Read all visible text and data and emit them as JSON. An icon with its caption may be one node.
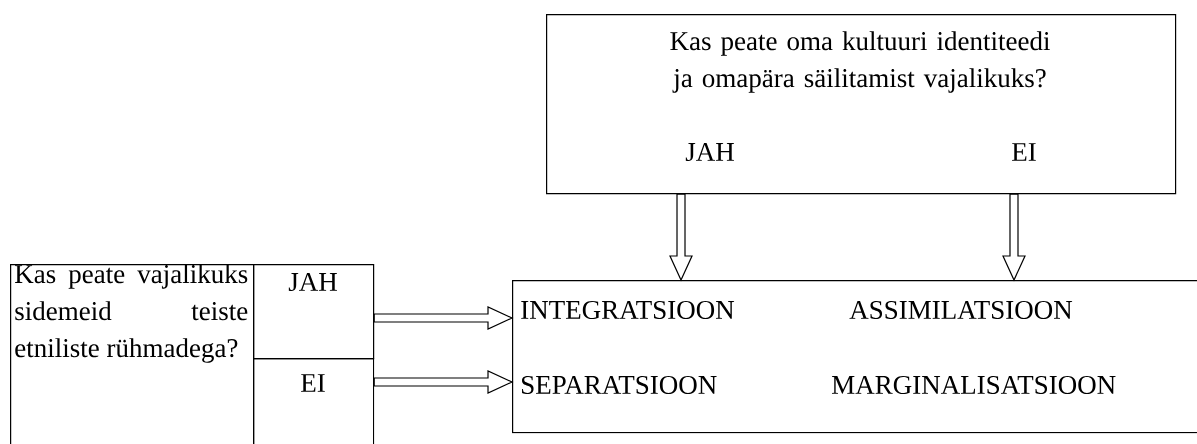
{
  "diagram": {
    "nodes": [
      {
        "text": [
          "Kas peate oma kultuuri identiteedi ja omapära säilitamist vajalikuks?",
          "JAH",
          "EI"
        ]
      },
      {
        "text": [
          "Kas peate vajalikuks sidemeid teiste etniliste rühmadega?"
        ]
      },
      {
        "text": [
          "JAH"
        ]
      },
      {
        "text": [
          "EI"
        ]
      },
      {
        "text": [
          "INTEGRATSIOON",
          "ASSIMILATSIOON",
          "SEPARATSIOON",
          "MARGINALISATSIOON"
        ]
      }
    ],
    "edges": [
      {
        "from": 0,
        "to": 4,
        "arrow": "to"
      },
      {
        "from": 0,
        "to": 4,
        "arrow": "to"
      },
      {
        "from": 2,
        "to": 4,
        "arrow": "to"
      },
      {
        "from": 3,
        "to": 4,
        "arrow": "to"
      }
    ]
  }
}
